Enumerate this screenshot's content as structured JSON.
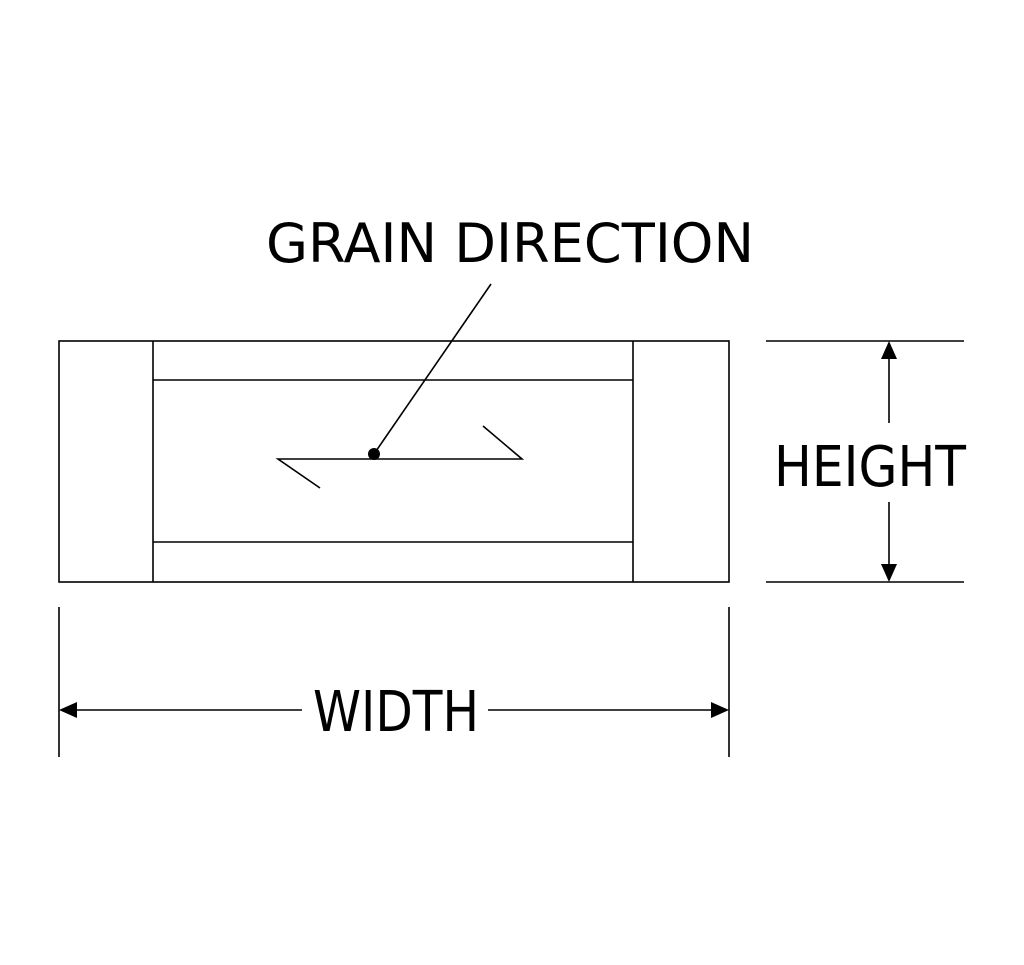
{
  "labels": {
    "grain_direction": "GRAIN DIRECTION",
    "height": "HEIGHT",
    "width": "WIDTH"
  },
  "colors": {
    "line": "#000000",
    "background": "#ffffff"
  }
}
